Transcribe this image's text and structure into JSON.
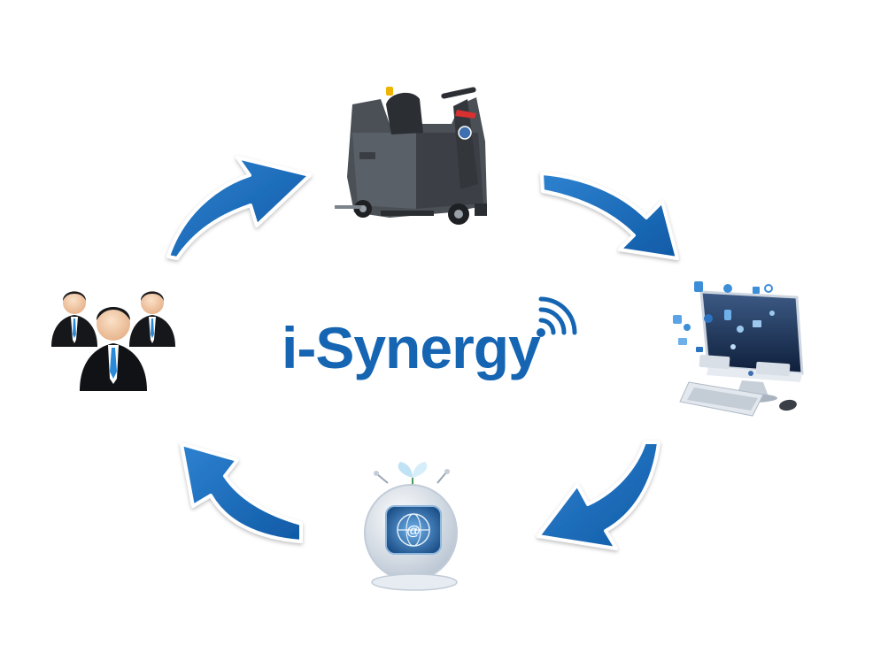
{
  "brand": {
    "name": "i-Synergy",
    "color": "#1565b3"
  },
  "cycle": {
    "nodes": [
      {
        "id": "scrubber",
        "icon": "ride-on-floor-scrubber-icon"
      },
      {
        "id": "computer",
        "icon": "desktop-computer-data-icon"
      },
      {
        "id": "cloud-server",
        "icon": "robot-computer-globe-icon"
      },
      {
        "id": "users",
        "icon": "business-people-group-icon"
      }
    ],
    "arrow_color": "#1b6ab8",
    "arrow_count": 4
  }
}
